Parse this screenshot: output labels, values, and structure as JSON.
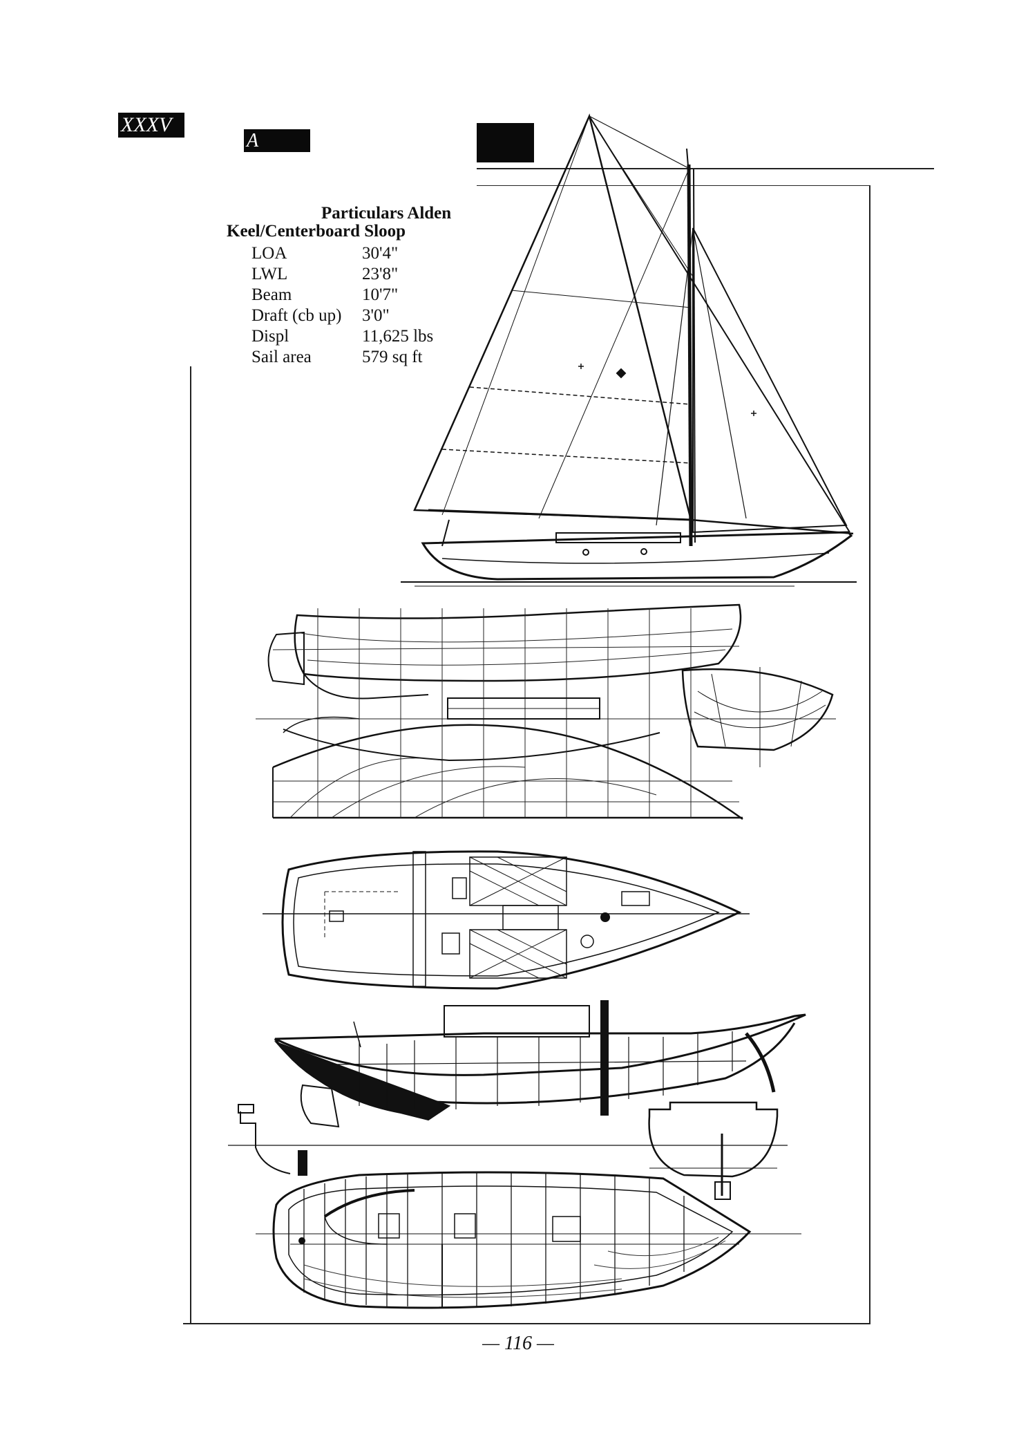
{
  "header": {
    "section_numeral": "XXXV",
    "section_letter": "A"
  },
  "particulars": {
    "title_line1": "Particulars Alden",
    "title_line2": "Keel/Centerboard Sloop",
    "rows": [
      {
        "label": "LOA",
        "value": "30'4\""
      },
      {
        "label": "LWL",
        "value": "23'8\""
      },
      {
        "label": "Beam",
        "value": "10'7\""
      },
      {
        "label": "Draft (cb up)",
        "value": "3'0\""
      },
      {
        "label": "Displ",
        "value": "11,625 lbs"
      },
      {
        "label": "Sail area",
        "value": "579 sq ft"
      }
    ]
  },
  "footer": {
    "page_number": "— 116 —"
  }
}
